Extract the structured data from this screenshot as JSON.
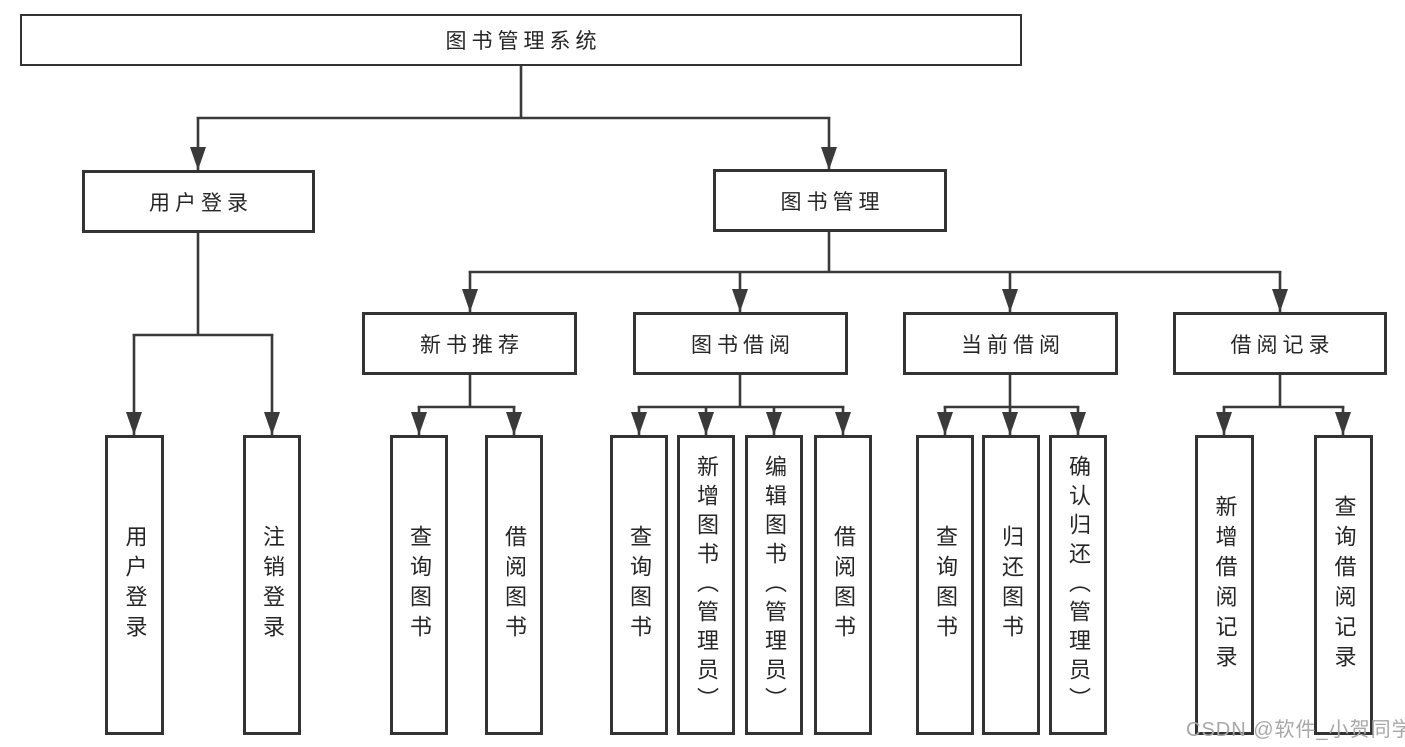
{
  "diagram": {
    "root": {
      "label": "图书管理系统"
    },
    "branches": [
      {
        "label": "用户登录",
        "leaves": [
          {
            "label": "用户登录"
          },
          {
            "label": "注销登录"
          }
        ]
      },
      {
        "label": "图书管理",
        "groups": [
          {
            "label": "新书推荐",
            "leaves": [
              {
                "label": "查询图书"
              },
              {
                "label": "借阅图书"
              }
            ]
          },
          {
            "label": "图书借阅",
            "leaves": [
              {
                "label": "查询图书"
              },
              {
                "label": "新增图书（管理员）"
              },
              {
                "label": "编辑图书（管理员）"
              },
              {
                "label": "借阅图书"
              }
            ]
          },
          {
            "label": "当前借阅",
            "leaves": [
              {
                "label": "查询图书"
              },
              {
                "label": "归还图书"
              },
              {
                "label": "确认归还（管理员）"
              }
            ]
          },
          {
            "label": "借阅记录",
            "leaves": [
              {
                "label": "新增借阅记录"
              },
              {
                "label": "查询借阅记录"
              }
            ]
          }
        ]
      }
    ]
  },
  "watermark": {
    "text": "CSDN @软件_小贺同学"
  },
  "colors": {
    "line": "#3a3a3a",
    "border": "#333333",
    "text": "#262626",
    "watermark": "#a8a8a8",
    "bg": "#ffffff"
  }
}
